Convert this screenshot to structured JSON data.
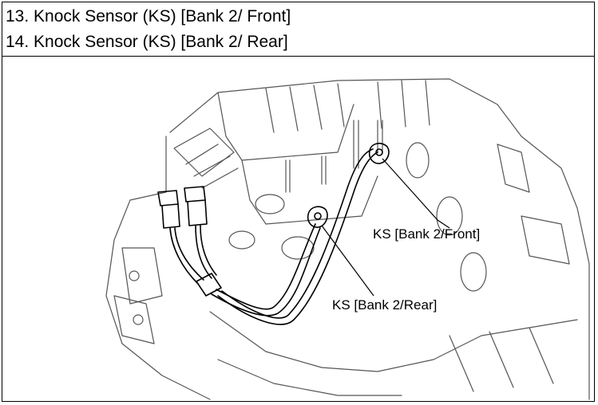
{
  "header": {
    "line1": "13. Knock Sensor (KS) [Bank 2/ Front]",
    "line2": "14. Knock Sensor (KS) [Bank 2/ Rear]"
  },
  "figure": {
    "callouts": {
      "front": "KS [Bank 2/Front]",
      "rear": "KS [Bank 2/Rear]"
    }
  },
  "colors": {
    "ink": "#000000",
    "line": "#555555",
    "background": "#ffffff"
  }
}
